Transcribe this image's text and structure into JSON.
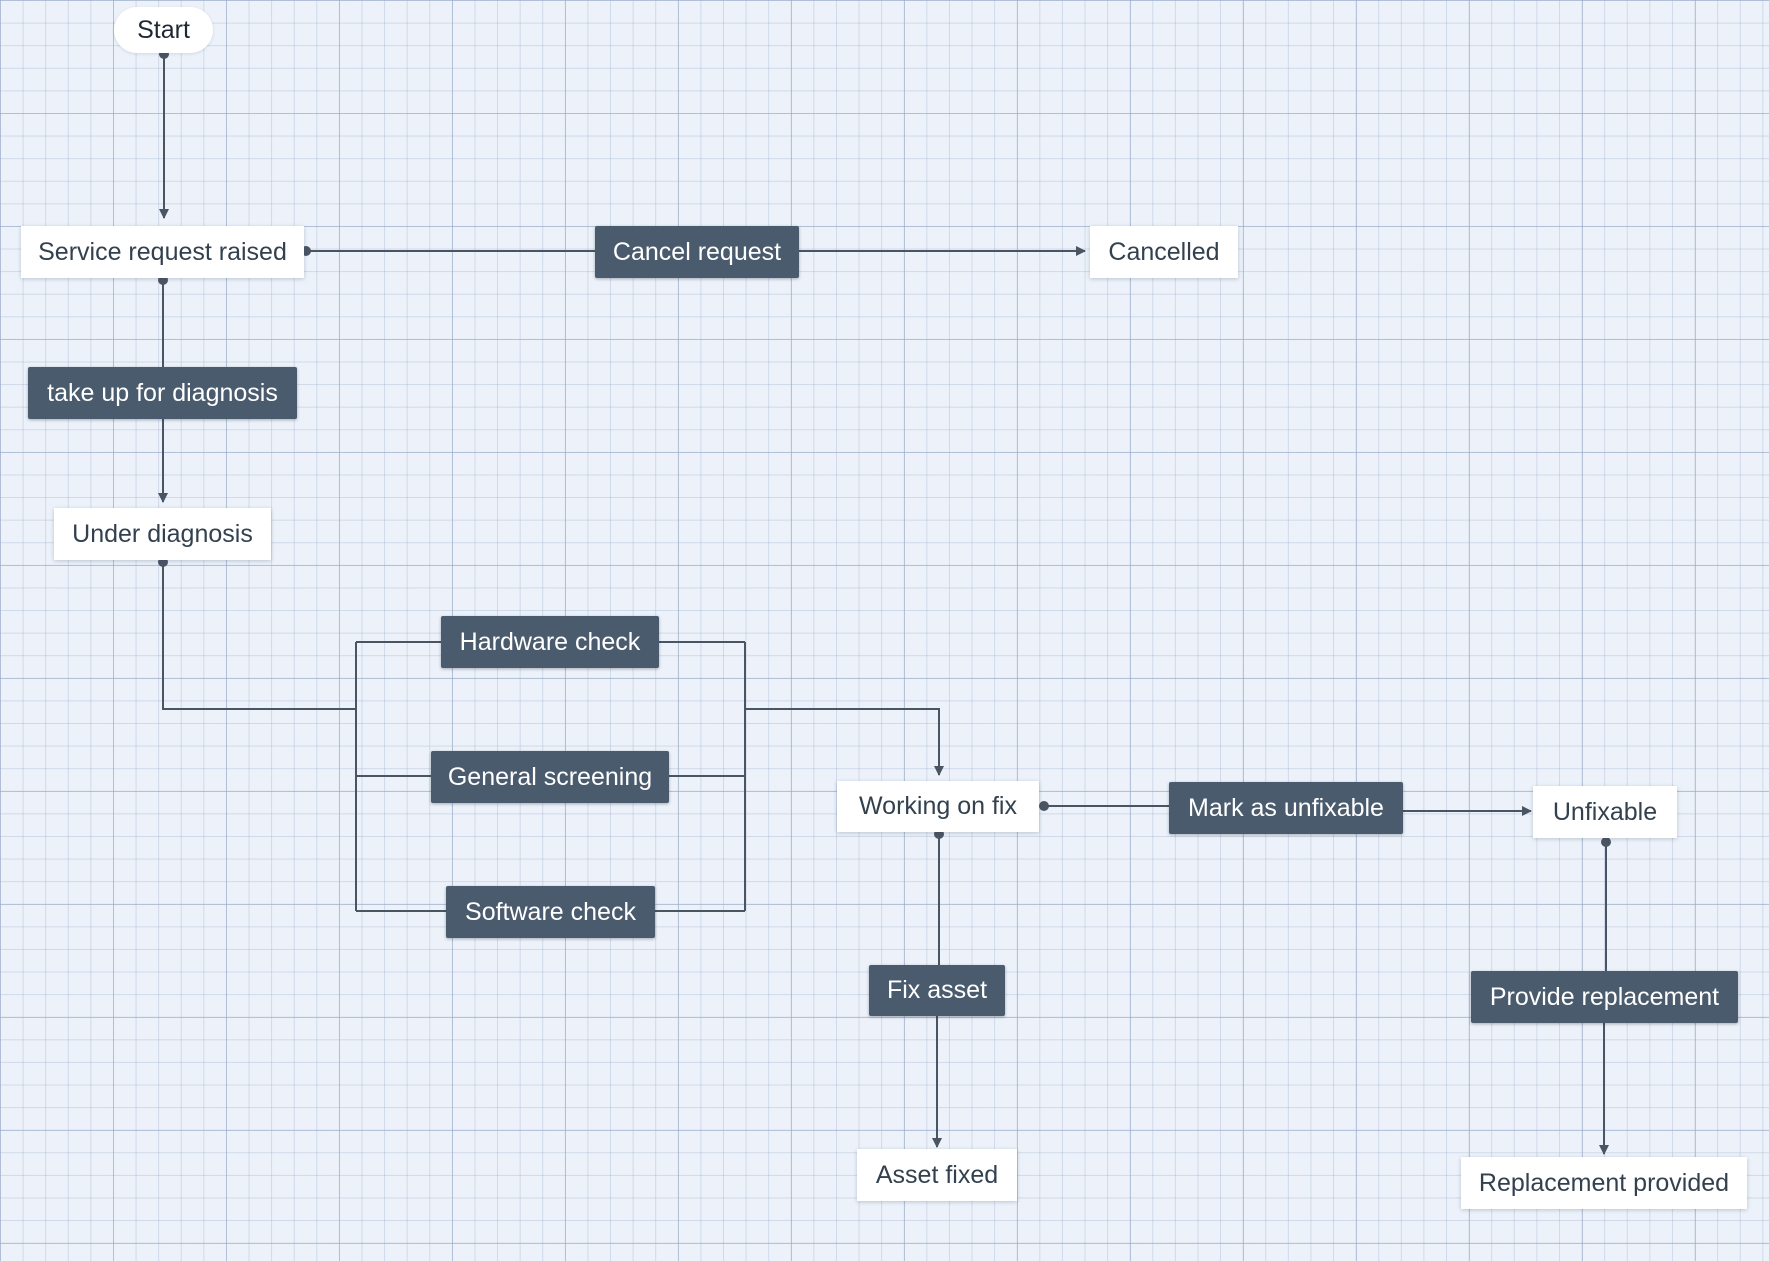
{
  "diagram": {
    "start": "Start",
    "states": {
      "service_request_raised": "Service request raised",
      "cancelled": "Cancelled",
      "under_diagnosis": "Under diagnosis",
      "working_on_fix": "Working on fix",
      "unfixable": "Unfixable",
      "asset_fixed": "Asset fixed",
      "replacement_provided": "Replacement provided"
    },
    "actions": {
      "cancel_request": "Cancel request",
      "take_up_for_diagnosis": "take up for diagnosis",
      "hardware_check": "Hardware check",
      "general_screening": "General screening",
      "software_check": "Software check",
      "mark_as_unfixable": "Mark as unfixable",
      "fix_asset": "Fix asset",
      "provide_replacement": "Provide replacement"
    },
    "colors": {
      "connector": "#4a5563",
      "action_fill": "#4a5b6e",
      "state_fill": "#ffffff",
      "background": "#edf2fa"
    }
  }
}
